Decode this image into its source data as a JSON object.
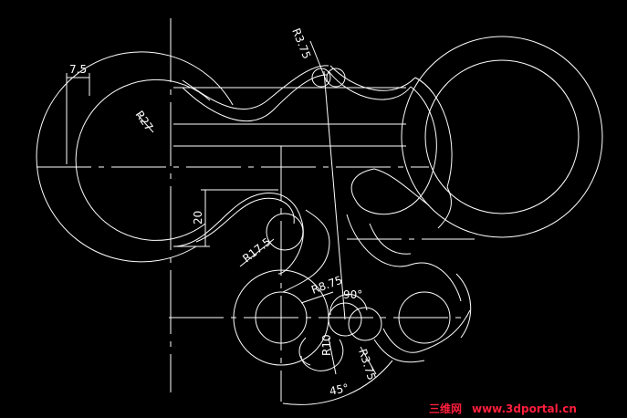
{
  "dimensions": {
    "d_7_5": "7.5",
    "r27": "R27",
    "r3_75_top": "R3.75",
    "d20": "20",
    "r17_5": "R17.5",
    "r8_75": "R8.75",
    "angle90": "90°",
    "r10": "R10",
    "r3_75_bottom": "R3.75",
    "angle45": "45°"
  },
  "watermark": {
    "chinese": "三维网",
    "url": "www.3dportal.cn"
  },
  "colors": {
    "background": "#000000",
    "line": "#ffffff",
    "watermark": "#ff1e3c"
  }
}
